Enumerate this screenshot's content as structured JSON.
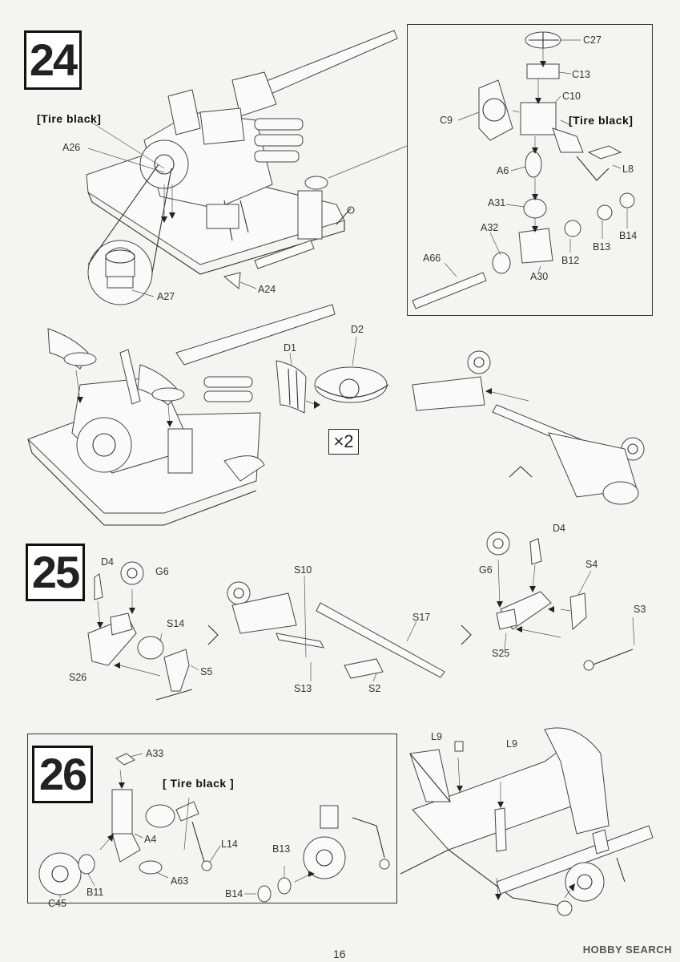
{
  "steps": {
    "s24": "24",
    "s25": "25",
    "s26": "26"
  },
  "paint_note": "[Tire black]",
  "paint_note_26": "[ Tire black ]",
  "multiplier": "×2",
  "page_number": "16",
  "watermark": "HOBBY SEARCH",
  "labels": {
    "A26": "A26",
    "A27": "A27",
    "A24": "A24",
    "C27": "C27",
    "C13": "C13",
    "C10": "C10",
    "C9": "C9",
    "L8": "L8",
    "A6": "A6",
    "A31": "A31",
    "A32": "A32",
    "B12": "B12",
    "B13": "B13",
    "B14": "B14",
    "A66": "A66",
    "A30": "A30",
    "D1": "D1",
    "D2": "D2",
    "D4a": "D4",
    "G6a": "G6",
    "S14": "S14",
    "S26": "S26",
    "S5": "S5",
    "S10": "S10",
    "S17": "S17",
    "S13": "S13",
    "S2": "S2",
    "G6b": "G6",
    "D4b": "D4",
    "S4": "S4",
    "S3": "S3",
    "S25": "S25",
    "A33": "A33",
    "A4": "A4",
    "L14": "L14",
    "C45": "C45",
    "B11": "B11",
    "A63": "A63",
    "B13b": "B13",
    "B14b": "B14",
    "L9a": "L9",
    "L9b": "L9"
  }
}
